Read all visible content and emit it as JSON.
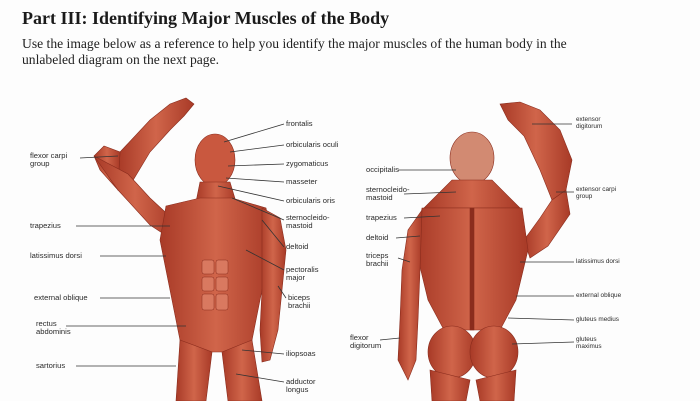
{
  "heading": "Part III: Identifying Major Muscles of the Body",
  "instructions": {
    "line1": "Use the image below as a reference to help you identify the major muscles of the human body in the",
    "line2": "unlabeled diagram on the next page."
  },
  "front_labels": {
    "flexor_carpi_group": [
      "flexor carpi",
      "group"
    ],
    "trapezius": "trapezius",
    "latissimus_dorsi": "latissimus dorsi",
    "external_oblique": "external oblique",
    "rectus_abdominis": [
      "rectus",
      "abdominis"
    ],
    "sartorius": "sartorius",
    "frontalis": "frontalis",
    "orbicularis_oculi": "orbicularis oculi",
    "zygomaticus": "zygomaticus",
    "masseter": "masseter",
    "orbicularis_oris": "orbicularis oris",
    "sternocleidomastoid": [
      "sternocleido-",
      "mastoid"
    ],
    "deltoid": "deltoid",
    "pectoralis_major": [
      "pectoralis",
      "major"
    ],
    "biceps_brachii": [
      "biceps",
      "brachii"
    ],
    "iliopsoas": "iliopsoas",
    "adductor_longus": [
      "adductor",
      "longus"
    ]
  },
  "back_labels": {
    "occipitalis": "occipitalis",
    "sternocleidomastoid": [
      "sternocleido-",
      "mastoid"
    ],
    "trapezius": "trapezius",
    "deltoid": "deltoid",
    "triceps_brachii": [
      "triceps",
      "brachii"
    ],
    "flexor_digitorum": [
      "flexor",
      "digitorum"
    ],
    "extensor_digitorum": [
      "extensor",
      "digitorum"
    ],
    "extensor_carpi_group": [
      "extensor carpi",
      "group"
    ],
    "latissimus_dorsi": "latissimus dorsi",
    "external_oblique": "external oblique",
    "gluteus_medius": "gluteus medius",
    "gluteus_maximus": [
      "gluteus",
      "maximus"
    ]
  },
  "colors": {
    "muscle": "#c4513a",
    "muscle_dark": "#9e3524",
    "muscle_light": "#e08a6e",
    "skin": "#e9b9a0",
    "line": "#333333"
  }
}
